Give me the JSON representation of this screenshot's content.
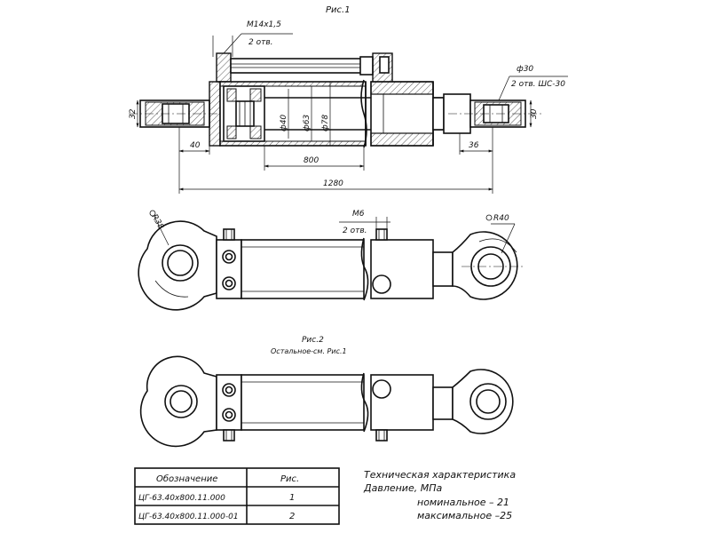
{
  "fig1_title": "Рис.1",
  "fig2_title": "Рис.2",
  "fig2_note": "Остальное-см. Рис.1",
  "dims": {
    "thread_top": "M14x1,5",
    "thread_top_count": "2 отв.",
    "pin_dia": "ф30",
    "pin_note": "2 отв. ШС-30",
    "left_eye_h": "32",
    "right_eye_h": "30",
    "rod_dia": "ф40",
    "piston_dia": "ф63",
    "bore_dia": "ф78",
    "left_offset": "40",
    "right_offset": "36",
    "stroke": "800",
    "total_len": "1280",
    "m6": "M6",
    "m6_count": "2 отв.",
    "r_left": "R38",
    "r_right": "R40"
  },
  "table": {
    "headers": [
      "Обозначение",
      "Рис."
    ],
    "rows": [
      [
        "ЦГ-63.40х800.11.000",
        "1"
      ],
      [
        "ЦГ-63.40х800.11.000-01",
        "2"
      ]
    ]
  },
  "spec": {
    "title": "Техническая характеристика",
    "pressure": "Давление, МПа",
    "nominal": "номинальное – 21",
    "maximum": "максимальное –25"
  }
}
